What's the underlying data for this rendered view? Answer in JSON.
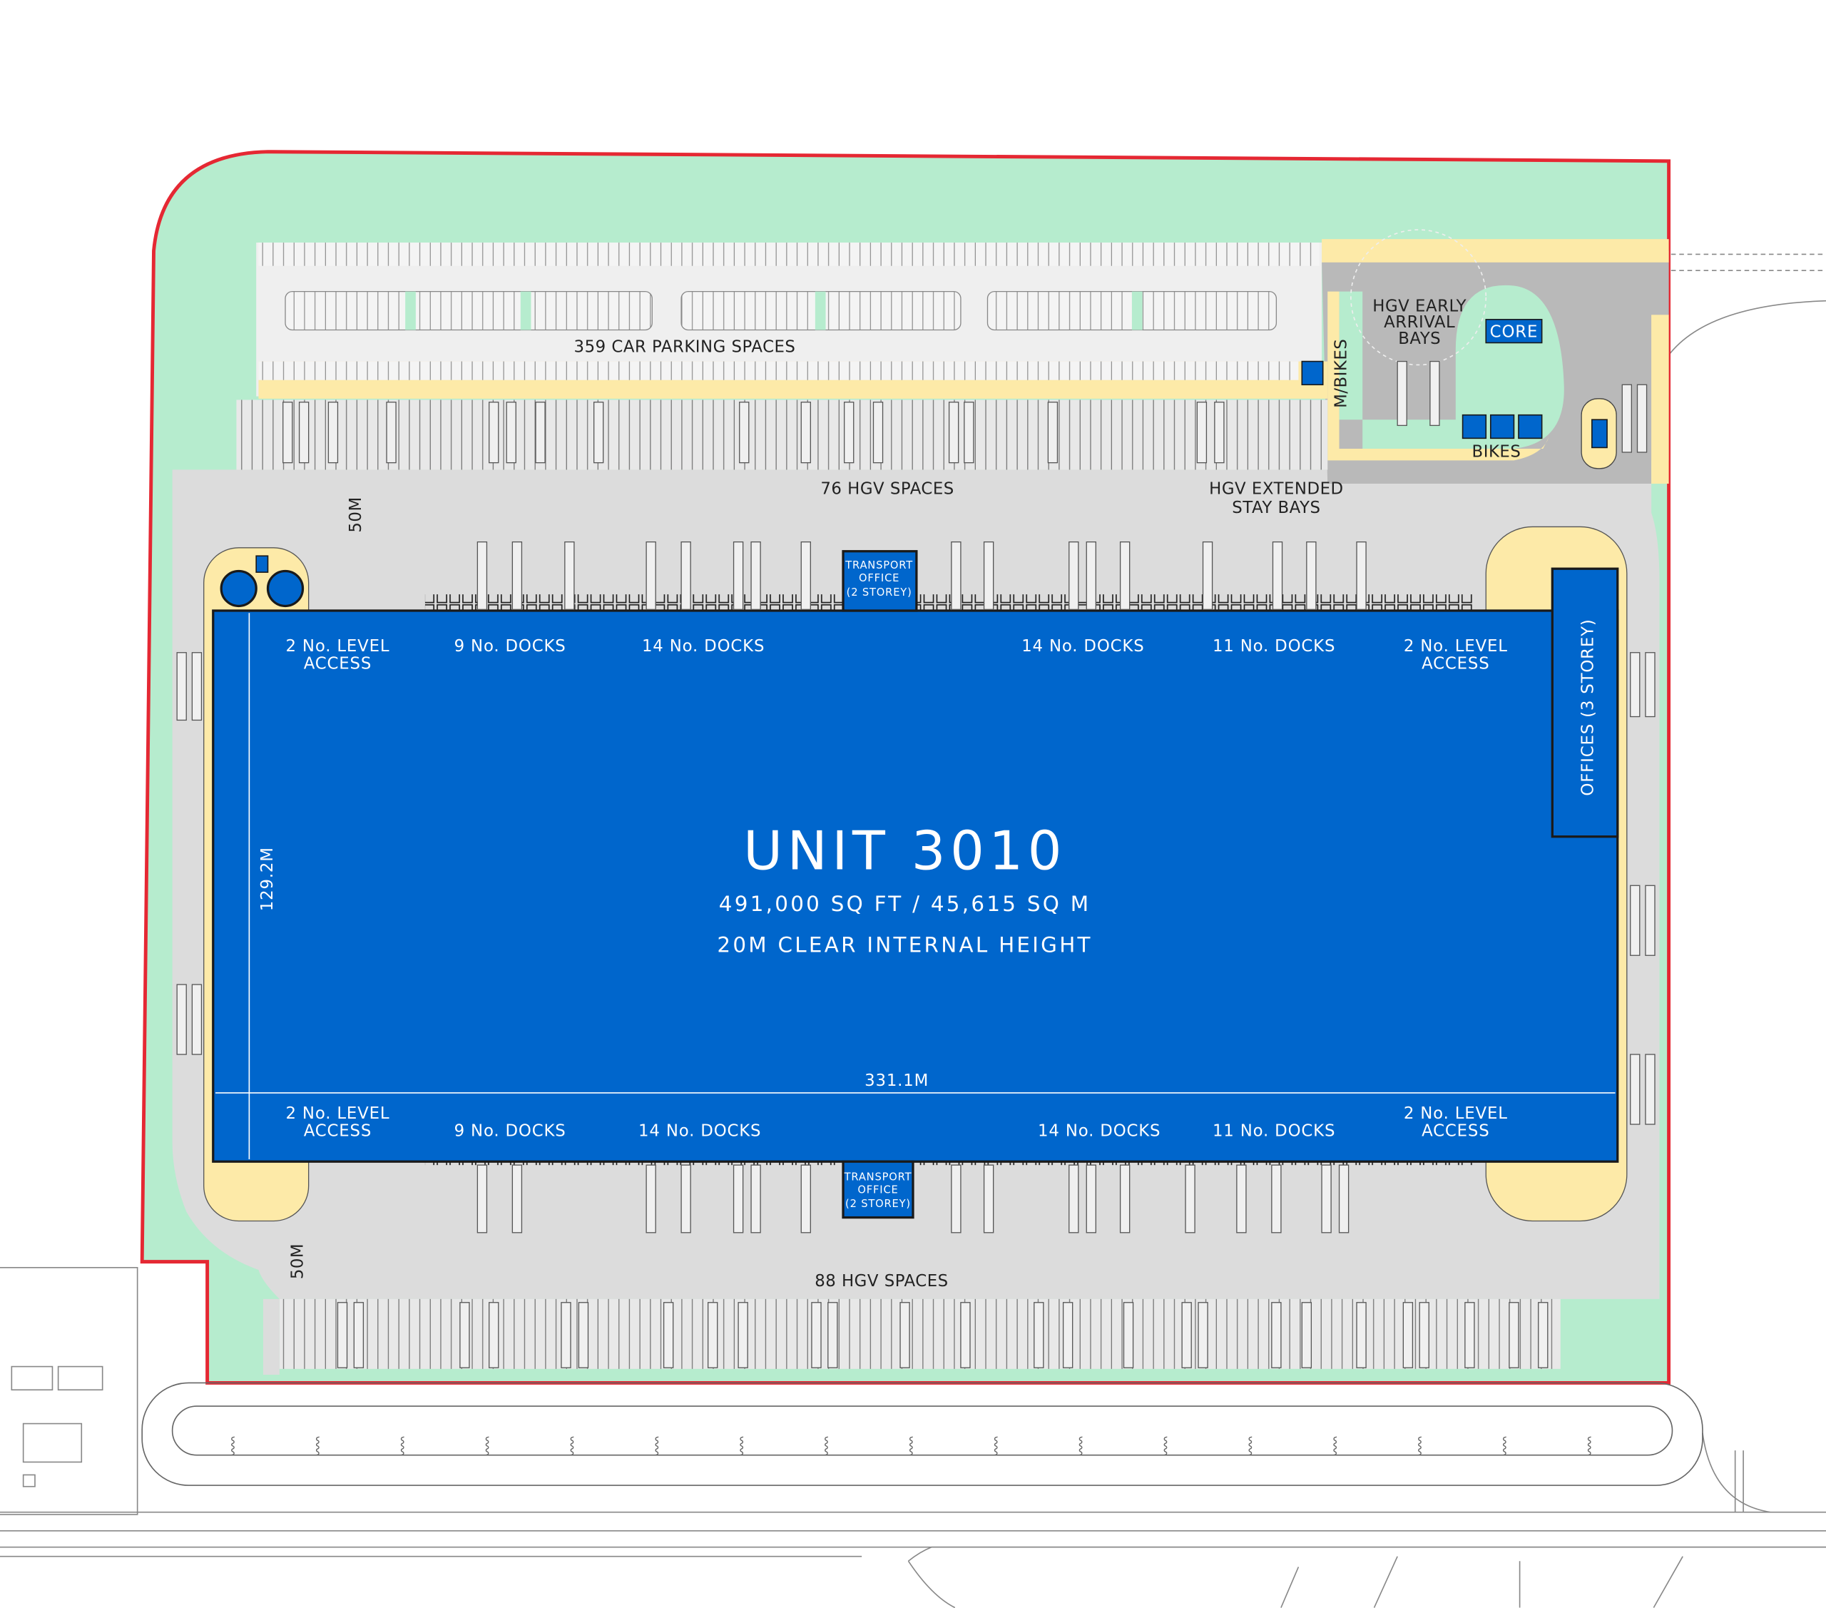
{
  "colors": {
    "boundary": "#e52833",
    "landscape": "#b6ecce",
    "yard": "#dcdcdc",
    "parking": "#efefef",
    "footpath": "#fdeaa8",
    "building": "#0066cc",
    "outline": "#1a1a1a"
  },
  "unit": {
    "title": "UNIT 3010",
    "area": "491,000 SQ FT / 45,615 SQ M",
    "height": "20M CLEAR INTERNAL HEIGHT"
  },
  "dimensions": {
    "width": "331.1M",
    "depth": "129.2M",
    "yard_top": "50M",
    "yard_bottom": "50M"
  },
  "labels": {
    "car_parking": "359 CAR PARKING SPACES",
    "hgv_top": "76 HGV SPACES",
    "hgv_extended_1": "HGV EXTENDED",
    "hgv_extended_2": "STAY BAYS",
    "hgv_early_1": "HGV EARLY",
    "hgv_early_2": "ARRIVAL",
    "hgv_early_3": "BAYS",
    "core": "CORE",
    "bikes": "BIKES",
    "mbikes": "M/BIKES",
    "offices": "OFFICES (3 STOREY)",
    "hgv_bottom": "88 HGV SPACES"
  },
  "transport_office": {
    "line1": "TRANSPORT",
    "line2": "OFFICE",
    "line3": "(2 STOREY)"
  },
  "docks_top": [
    {
      "l1": "2 No. LEVEL",
      "l2": "ACCESS"
    },
    {
      "l1": "9 No. DOCKS",
      "l2": ""
    },
    {
      "l1": "14 No. DOCKS",
      "l2": ""
    },
    {
      "l1": "14 No. DOCKS",
      "l2": ""
    },
    {
      "l1": "11 No. DOCKS",
      "l2": ""
    },
    {
      "l1": "2 No. LEVEL",
      "l2": "ACCESS"
    }
  ],
  "docks_bottom": [
    {
      "l1": "2 No. LEVEL",
      "l2": "ACCESS"
    },
    {
      "l1": "9 No. DOCKS",
      "l2": ""
    },
    {
      "l1": "14 No. DOCKS",
      "l2": ""
    },
    {
      "l1": "14 No. DOCKS",
      "l2": ""
    },
    {
      "l1": "11 No. DOCKS",
      "l2": ""
    },
    {
      "l1": "2 No. LEVEL",
      "l2": "ACCESS"
    }
  ]
}
